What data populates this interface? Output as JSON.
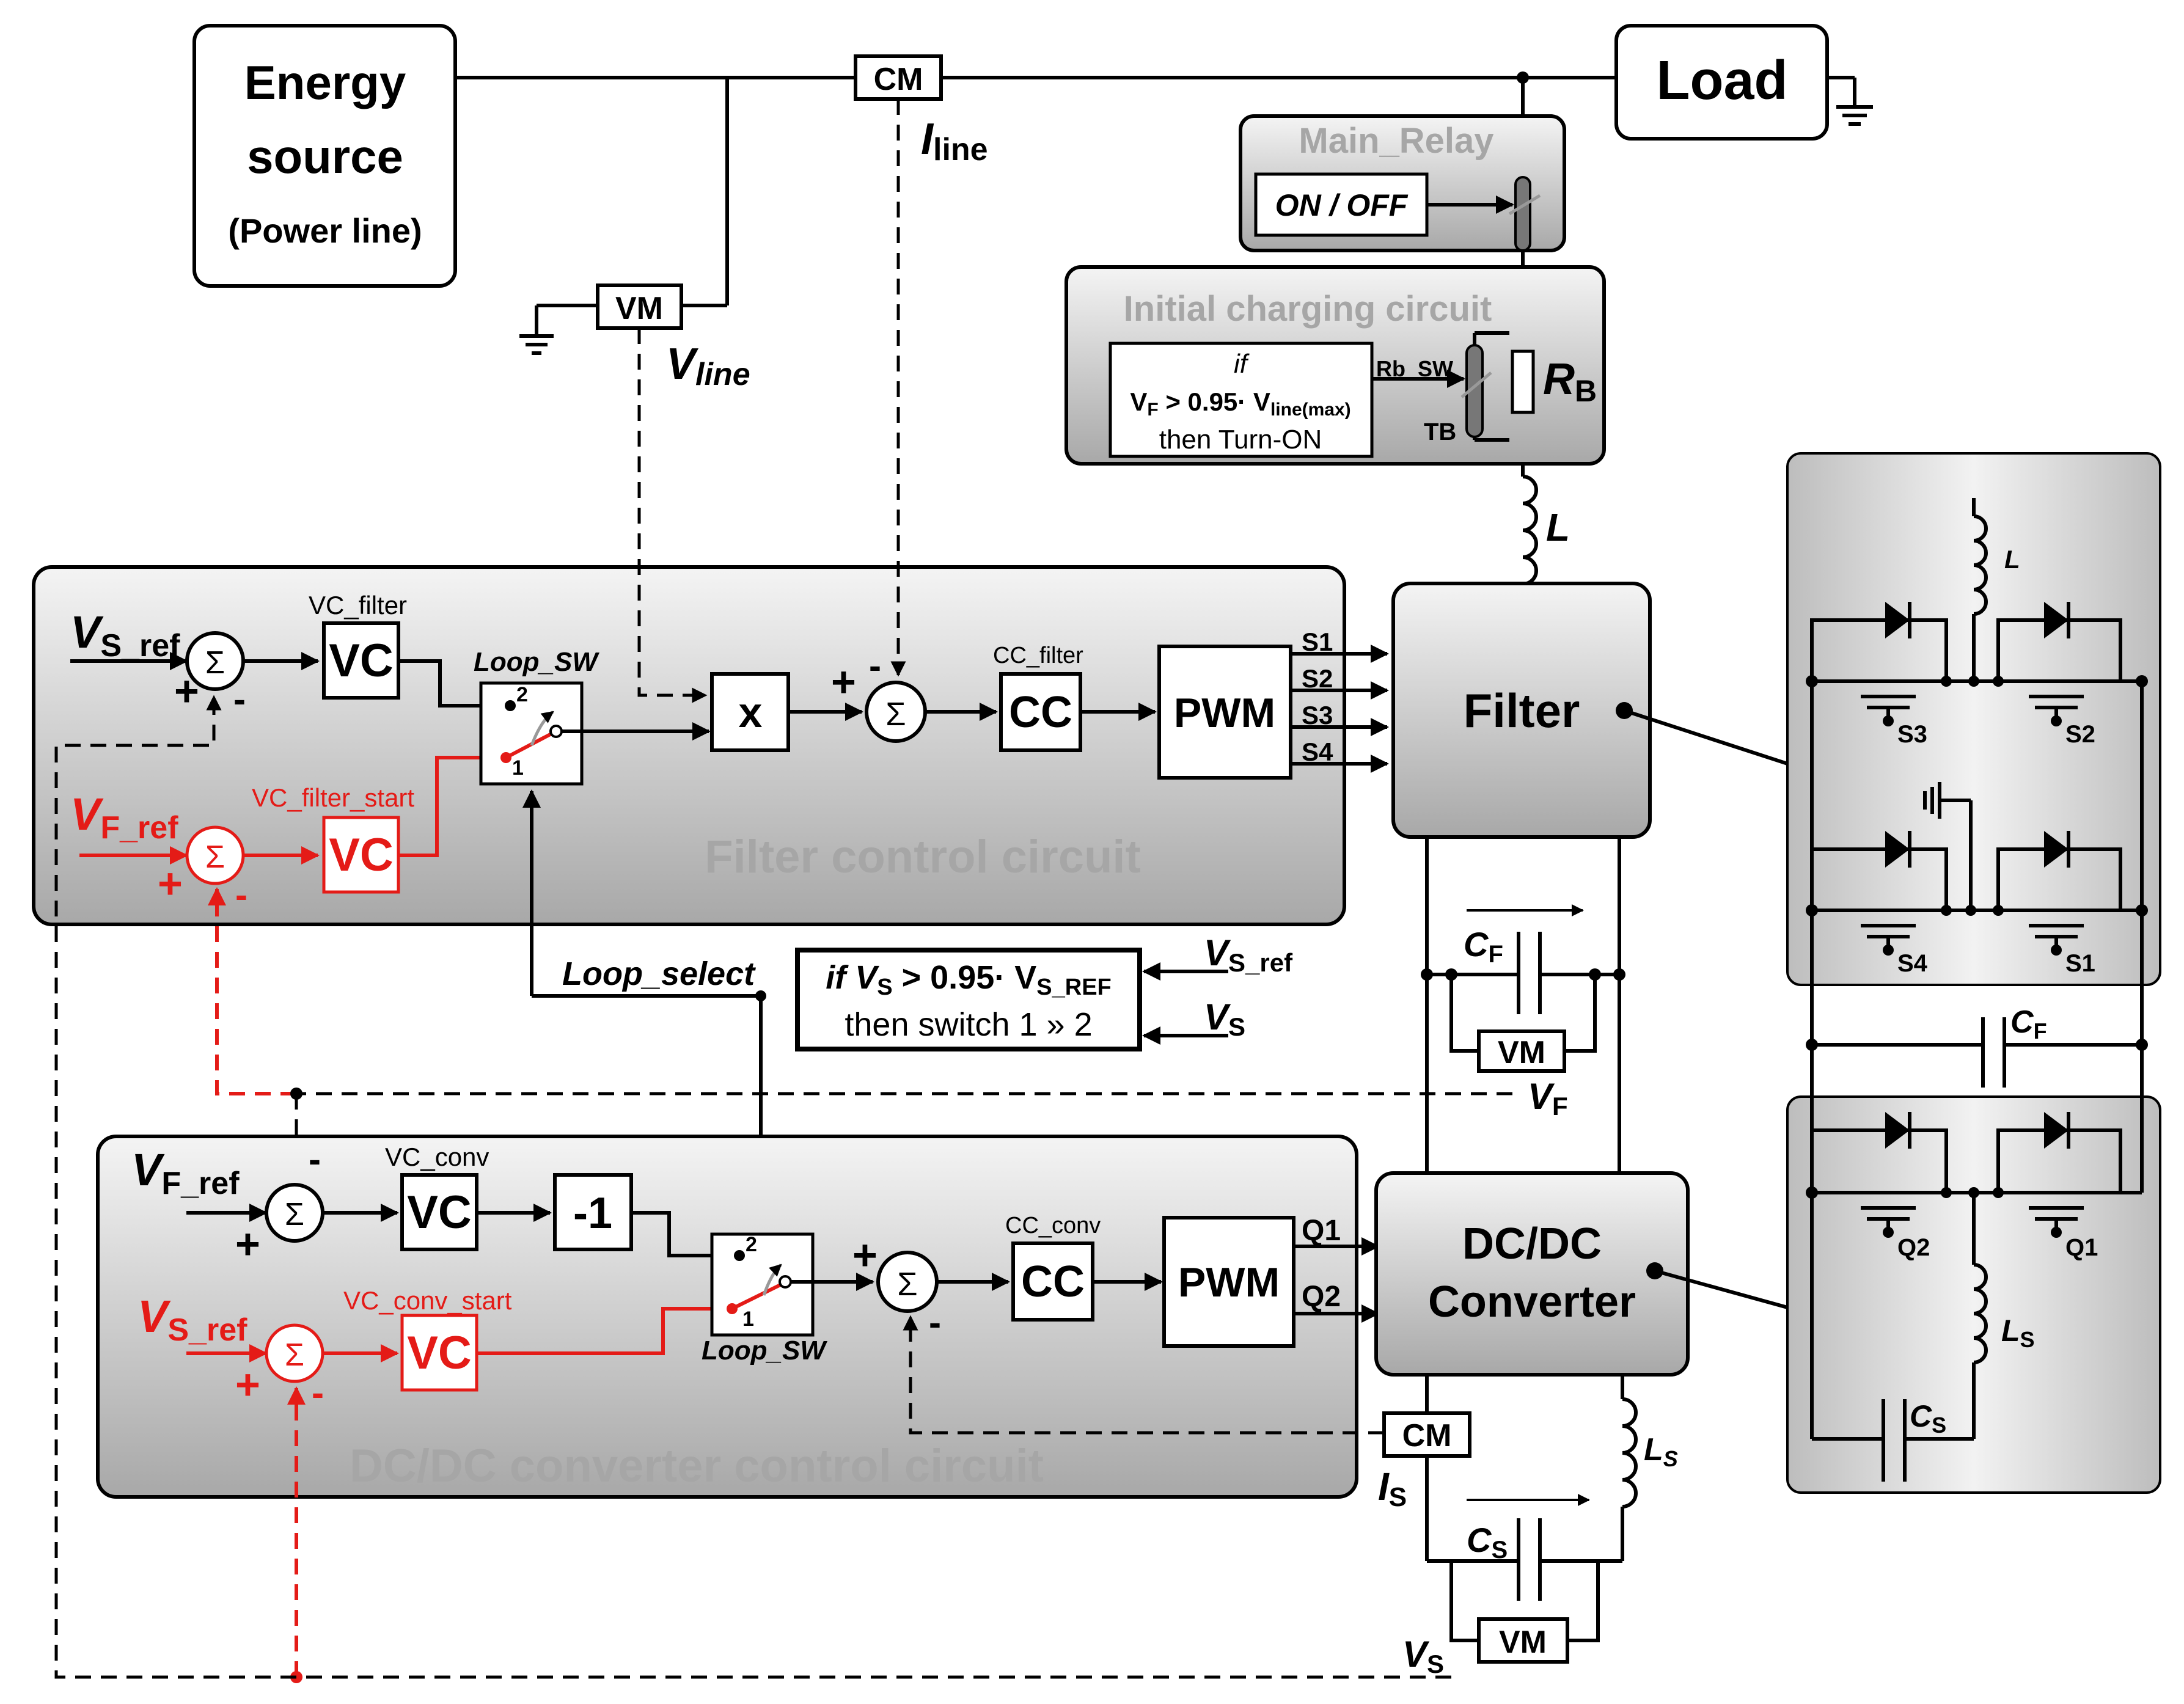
{
  "energy_source": {
    "line1": "Energy",
    "line2": "source",
    "line3": "(Power line)"
  },
  "load": "Load",
  "cm_top": "CM",
  "i_line": {
    "main": "I",
    "sub": "line"
  },
  "vm_top": "VM",
  "v_line": {
    "main": "V",
    "sub": "line"
  },
  "main_relay": {
    "title": "Main_Relay",
    "button": "ON / OFF"
  },
  "initial_charging": {
    "title": "Initial charging  circuit",
    "cond_if": "if",
    "cond_main": "V",
    "cond_sub_f": "F",
    "cond_mid": " > 0.95· V",
    "cond_sub_line": "line(max)",
    "cond_then": "then Turn-ON",
    "rb_sw": "Rb_SW",
    "tb": "TB",
    "rb": {
      "main": "R",
      "sub": "B"
    }
  },
  "inductor_L": "L",
  "filter_control": {
    "title": "Filter control circuit",
    "vs_ref": {
      "main": "V",
      "sub": "S_ref"
    },
    "vf_ref": {
      "main": "V",
      "sub": "F_ref"
    },
    "vc_filter_label": "VC_filter",
    "vc": "VC",
    "vc_filter_start_label": "VC_filter_start",
    "loop_sw": "Loop_SW",
    "mult": "x",
    "cc_filter_label": "CC_filter",
    "cc": "CC",
    "pwm": "PWM",
    "sum": "Σ",
    "plus": "+",
    "minus": "-",
    "pos1": "1",
    "pos2": "2",
    "outputs": [
      "S1",
      "S2",
      "S3",
      "S4"
    ]
  },
  "filter": "Filter",
  "loop_select": "Loop_select",
  "condition_box": {
    "if": "if V",
    "if_sub": "S",
    "mid": " > 0.95· V",
    "mid_sub": "S_REF",
    "then": "then switch 1 » 2"
  },
  "vs_ref_in": {
    "main": "V",
    "sub": "S_ref"
  },
  "vs_in": {
    "main": "V",
    "sub": "S"
  },
  "cf": {
    "main": "C",
    "sub": "F"
  },
  "vm_f": "VM",
  "vf": {
    "main": "V",
    "sub": "F"
  },
  "dcdc_control": {
    "title": "DC/DC converter control circuit",
    "vf_ref": {
      "main": "V",
      "sub": "F_ref"
    },
    "vs_ref": {
      "main": "V",
      "sub": "S_ref"
    },
    "vc_conv_label": "VC_conv",
    "vc": "VC",
    "neg": "-1",
    "vc_conv_start_label": "VC_conv_start",
    "loop_sw": "Loop_SW",
    "cc_conv_label": "CC_conv",
    "cc": "CC",
    "pwm": "PWM",
    "sum": "Σ",
    "plus": "+",
    "minus": "-",
    "pos1": "1",
    "pos2": "2",
    "outputs": [
      "Q1",
      "Q2"
    ]
  },
  "dcdc": {
    "line1": "DC/DC",
    "line2": "Converter"
  },
  "cm_bottom": "CM",
  "is": {
    "main": "I",
    "sub": "S"
  },
  "ls": {
    "main": "L",
    "sub": "S"
  },
  "cs": {
    "main": "C",
    "sub": "S"
  },
  "vm_s": "VM",
  "vs": {
    "main": "V",
    "sub": "S"
  },
  "circuit": {
    "L": "L",
    "s3": "S3",
    "s2": "S2",
    "s4": "S4",
    "s1": "S1",
    "cf": {
      "main": "C",
      "sub": "F"
    },
    "q2": "Q2",
    "q1": "Q1",
    "ls": {
      "main": "L",
      "sub": "S"
    },
    "cs": {
      "main": "C",
      "sub": "S"
    }
  },
  "colors": {
    "control_red": "#e41b17",
    "panel_gray": "#c0c0c0"
  }
}
